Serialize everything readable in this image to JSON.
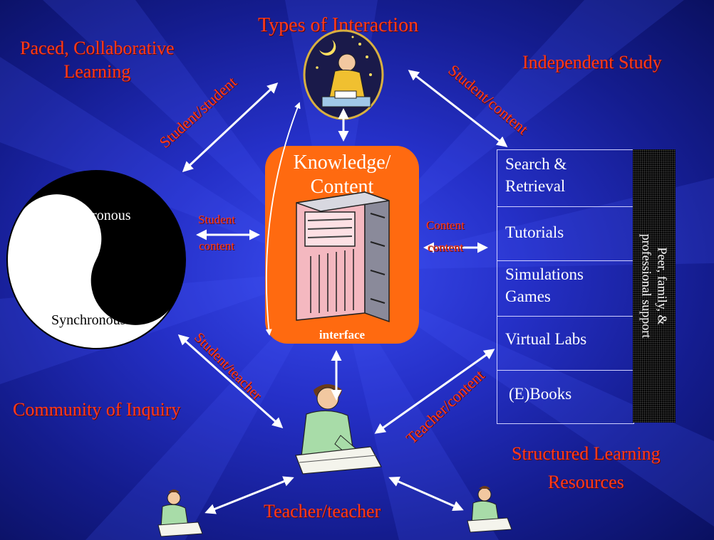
{
  "title": "Types of Interaction",
  "corners": {
    "top_left": [
      "Paced, Collaborative",
      "Learning"
    ],
    "top_right": "Independent Study",
    "bottom_left": "Community of Inquiry",
    "bottom_right": [
      "Structured Learning",
      "Resources"
    ]
  },
  "knowledge": {
    "title_lines": [
      "Knowledge/",
      "Content"
    ],
    "interface_label": "interface"
  },
  "yin_yang": {
    "top_label": "Asynchronous",
    "bottom_label": "Synchronous"
  },
  "arrows": {
    "student_student": "Student/student",
    "student_content_top": "Student/content",
    "student_teacher": "Student/teacher",
    "teacher_content": "Teacher/content",
    "teacher_teacher": "Teacher/teacher",
    "student_content_left": [
      "Student",
      "content"
    ],
    "content_content": [
      "Content",
      "content"
    ]
  },
  "resources": {
    "rows": [
      [
        "Search &",
        "Retrieval"
      ],
      [
        "Tutorials"
      ],
      [
        "Simulations",
        "Games"
      ],
      [
        "Virtual Labs"
      ],
      [
        "(E)Books"
      ]
    ],
    "support_lines": [
      "Peer, family, &",
      "professional support"
    ]
  },
  "colors": {
    "background": "#2530c8",
    "label_red": "#ff3a1c",
    "knowledge_box": "#ff6a10"
  }
}
